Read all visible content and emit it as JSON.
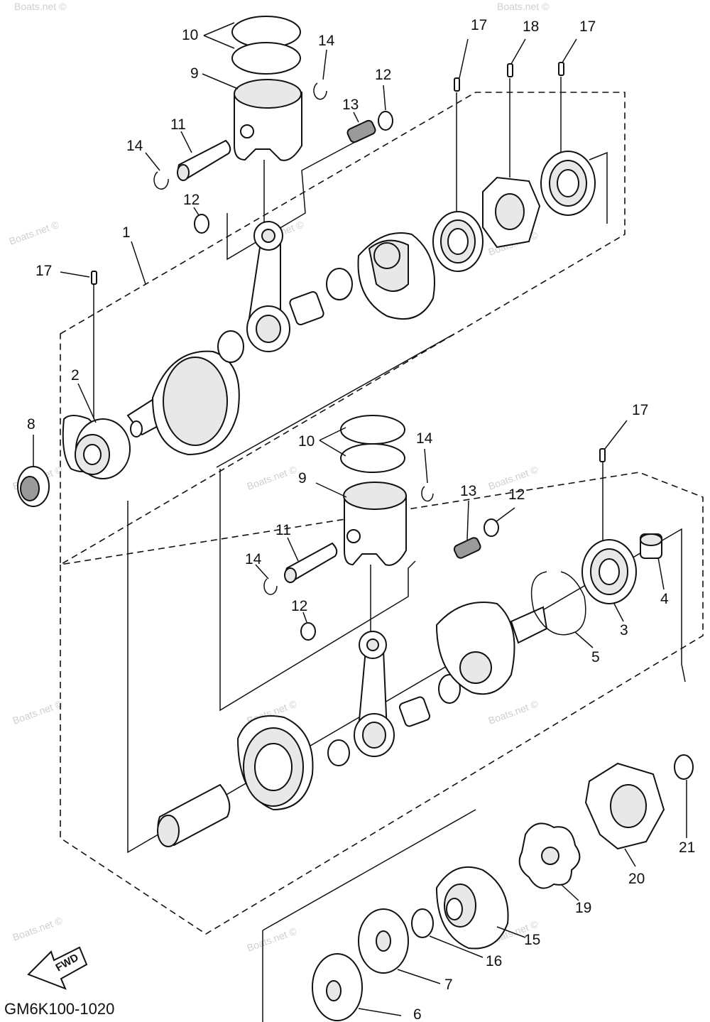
{
  "diagram": {
    "code": "GM6K100-1020",
    "watermark": "Boats.net ©",
    "fwd_label": "FWD",
    "callouts": [
      {
        "id": "c10a",
        "text": "10"
      },
      {
        "id": "c14a",
        "text": "14"
      },
      {
        "id": "c9a",
        "text": "9"
      },
      {
        "id": "c12a",
        "text": "12"
      },
      {
        "id": "c13a",
        "text": "13"
      },
      {
        "id": "c11a",
        "text": "11"
      },
      {
        "id": "c14b",
        "text": "14"
      },
      {
        "id": "c12b",
        "text": "12"
      },
      {
        "id": "c17a",
        "text": "17"
      },
      {
        "id": "c18",
        "text": "18"
      },
      {
        "id": "c17b",
        "text": "17"
      },
      {
        "id": "c1",
        "text": "1"
      },
      {
        "id": "c17c",
        "text": "17"
      },
      {
        "id": "c2",
        "text": "2"
      },
      {
        "id": "c8",
        "text": "8"
      },
      {
        "id": "c10b",
        "text": "10"
      },
      {
        "id": "c14c",
        "text": "14"
      },
      {
        "id": "c17d",
        "text": "17"
      },
      {
        "id": "c9b",
        "text": "9"
      },
      {
        "id": "c13b",
        "text": "13"
      },
      {
        "id": "c12c",
        "text": "12"
      },
      {
        "id": "c11b",
        "text": "11"
      },
      {
        "id": "c14d",
        "text": "14"
      },
      {
        "id": "c4",
        "text": "4"
      },
      {
        "id": "c12d",
        "text": "12"
      },
      {
        "id": "c3",
        "text": "3"
      },
      {
        "id": "c5",
        "text": "5"
      },
      {
        "id": "c21",
        "text": "21"
      },
      {
        "id": "c20",
        "text": "20"
      },
      {
        "id": "c19",
        "text": "19"
      },
      {
        "id": "c15",
        "text": "15"
      },
      {
        "id": "c16",
        "text": "16"
      },
      {
        "id": "c7",
        "text": "7"
      },
      {
        "id": "c6",
        "text": "6"
      }
    ]
  }
}
